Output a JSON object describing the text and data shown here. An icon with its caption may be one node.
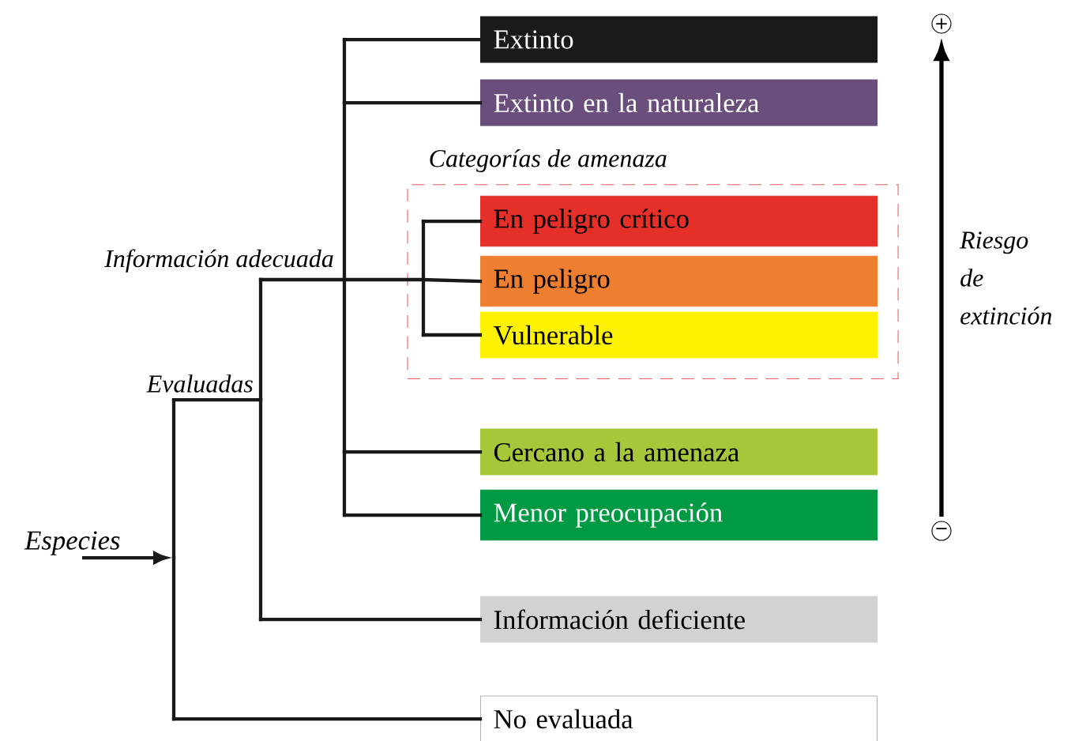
{
  "diagram": {
    "nodes": [
      {
        "text": [
          "Especies"
        ]
      },
      {
        "text": [
          "Extinto"
        ]
      },
      {
        "text": [
          "Extinto en la naturaleza"
        ]
      },
      {
        "text": [
          "Categorías de amenaza"
        ]
      },
      {
        "text": [
          "En peligro crítico"
        ],
        "in": 3
      },
      {
        "text": [
          "En peligro"
        ],
        "in": 3
      },
      {
        "text": [
          "Vulnerable"
        ],
        "in": 3
      },
      {
        "text": [
          "Cercano a la amenaza"
        ]
      },
      {
        "text": [
          "Menor preocupación"
        ]
      },
      {
        "text": [
          "Información deficiente"
        ]
      },
      {
        "text": [
          "No evaluada"
        ]
      }
    ],
    "edges": [
      {
        "from": 0,
        "to": null,
        "arrow": "to"
      },
      {
        "from": null,
        "to": 1,
        "arrow": "none"
      },
      {
        "from": null,
        "to": 2,
        "arrow": "none"
      },
      {
        "from": null,
        "to": 4,
        "arrow": "none"
      },
      {
        "from": null,
        "to": 5,
        "arrow": "none"
      },
      {
        "from": null,
        "to": 6,
        "arrow": "none"
      },
      {
        "from": null,
        "to": 7,
        "arrow": "none"
      },
      {
        "from": null,
        "to": 8,
        "arrow": "none"
      },
      {
        "from": null,
        "to": 9,
        "arrow": "none"
      },
      {
        "from": null,
        "to": 10,
        "arrow": "none"
      }
    ],
    "labels": [
      "+",
      "Información adecuada",
      "Riesgo de extinción",
      "Evaluadas",
      "−"
    ]
  }
}
